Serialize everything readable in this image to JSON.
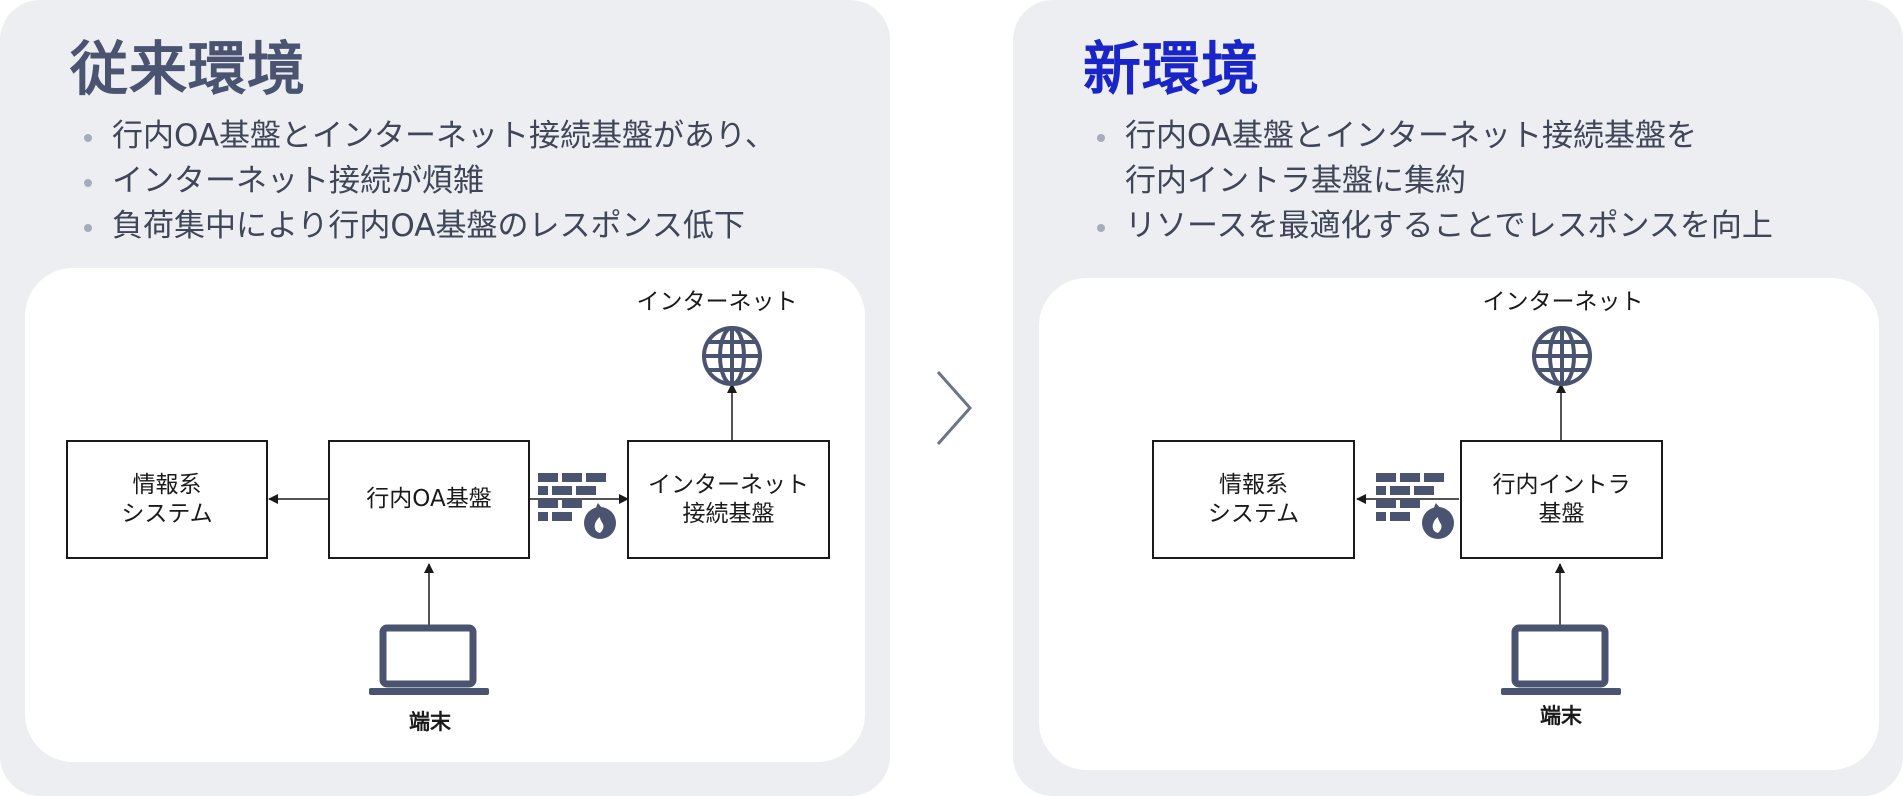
{
  "left": {
    "title": "従来環境",
    "bullets": [
      "行内OA基盤とインターネット接続基盤があり、",
      "インターネット接続が煩雑",
      "負荷集中により行内OA基盤のレスポンス低下"
    ],
    "diagram": {
      "info_system": "情報系\nシステム",
      "oa_platform": "行内OA基盤",
      "internet_gateway": "インターネット\n接続基盤",
      "internet_label": "インターネット",
      "terminal_label": "端末"
    }
  },
  "right": {
    "title": "新環境",
    "bullets": [
      "行内OA基盤とインターネット接続基盤を",
      "行内イントラ基盤に集約",
      "リソースを最適化することでレスポンスを向上"
    ],
    "diagram": {
      "info_system": "情報系\nシステム",
      "intra_platform": "行内イントラ\n基盤",
      "internet_label": "インターネット",
      "terminal_label": "端末"
    }
  },
  "colors": {
    "panel_bg": "#edeef2",
    "left_title": "#4a5470",
    "right_title": "#1a25c8",
    "icon": "#4a5470"
  },
  "icons": [
    "globe-icon",
    "firewall-icon",
    "laptop-icon",
    "chevron-right-icon"
  ]
}
